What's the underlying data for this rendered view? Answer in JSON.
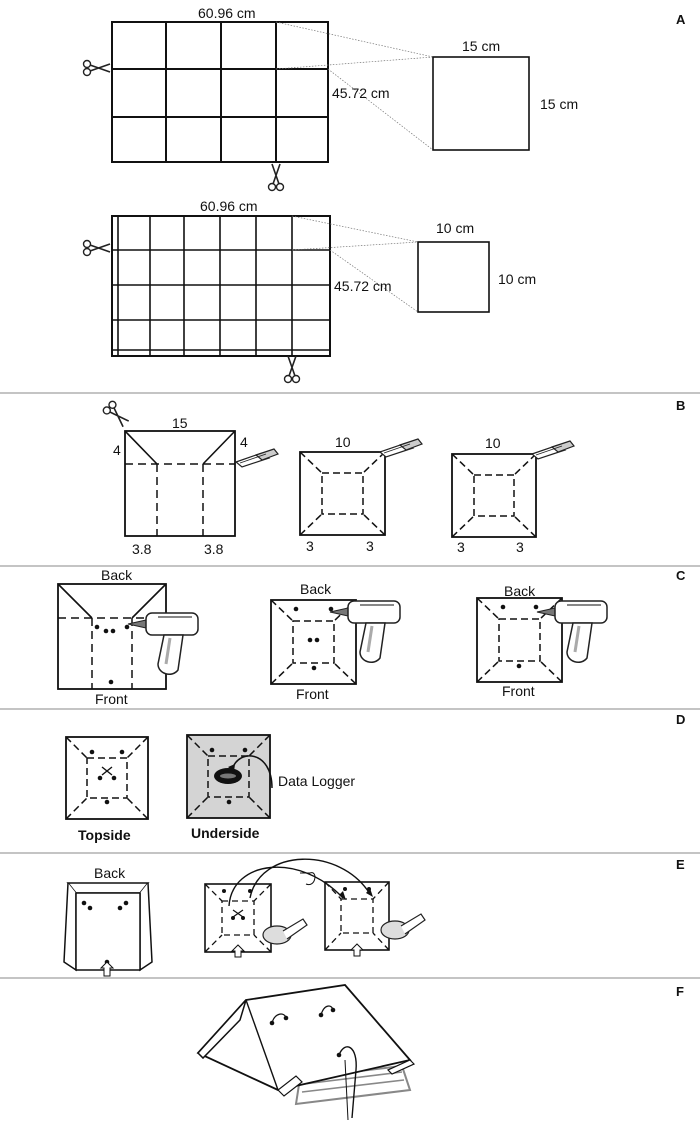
{
  "panels": [
    "A",
    "B",
    "C",
    "D",
    "E",
    "F"
  ],
  "panel_a": {
    "top": {
      "width_label": "60.96 cm",
      "height_label": "45.72 cm",
      "square_w": "15 cm",
      "square_h": "15 cm"
    },
    "bottom": {
      "width_label": "60.96 cm",
      "height_label": "45.72 cm",
      "square_w": "10 cm",
      "square_h": "10 cm"
    }
  },
  "panel_b": {
    "large": {
      "top": "15",
      "left_fold": "4",
      "right_fold": "4",
      "bottom_left": "3.8",
      "bottom_right": "3.8"
    },
    "small1": {
      "top": "10",
      "bottom_left": "3",
      "bottom_right": "3"
    },
    "small2": {
      "top": "10",
      "bottom_left": "3",
      "bottom_right": "3"
    }
  },
  "panel_c": {
    "back": "Back",
    "front": "Front"
  },
  "panel_d": {
    "topside": "Topside",
    "underside": "Underside",
    "logger": "Data Logger"
  },
  "panel_e": {
    "back": "Back"
  }
}
